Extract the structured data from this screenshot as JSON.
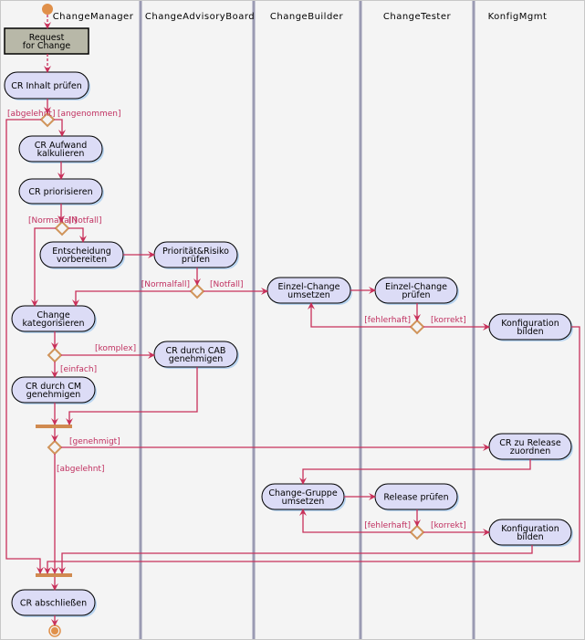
{
  "lanes": [
    "ChangeManager",
    "ChangeAdvisoryBoard",
    "ChangeBuilder",
    "ChangeTester",
    "KonfigMgmt"
  ],
  "object_node": [
    "Request",
    "for Change"
  ],
  "actions": {
    "n1": [
      "CR Inhalt prüfen"
    ],
    "n2": [
      "CR Aufwand",
      "kalkulieren"
    ],
    "n3": [
      "CR priorisieren"
    ],
    "n4": [
      "Entscheidung",
      "vorbereiten"
    ],
    "n5": [
      "Priorität&Risiko",
      "prüfen"
    ],
    "n6": [
      "Change",
      "kategorisieren"
    ],
    "n7": [
      "CR durch CAB",
      "genehmigen"
    ],
    "n8": [
      "CR durch CM",
      "genehmigen"
    ],
    "n9": [
      "Einzel-Change",
      "umsetzen"
    ],
    "n10": [
      "Einzel-Change",
      "prüfen"
    ],
    "n11": [
      "Konfiguration",
      "bilden"
    ],
    "n12": [
      "CR zu Release",
      "zuordnen"
    ],
    "n13": [
      "Change-Gruppe",
      "umsetzen"
    ],
    "n14": [
      "Release prüfen"
    ],
    "n15": [
      "Konfiguration",
      "bilden"
    ],
    "n16": [
      "CR abschließen"
    ]
  },
  "guards": {
    "g1": "[abgelehnt]",
    "g2": "[angenommen]",
    "g3": "[Normalfall]",
    "g4": "[Notfall]",
    "g5": "[Normalfall]",
    "g6": "[Notfall]",
    "g7": "[komplex]",
    "g8": "[einfach]",
    "g9": "[genehmigt]",
    "g10": "[abgelehnt]",
    "g11": "[fehlerhaft]",
    "g12": "[korrekt]",
    "g13": "[fehlerhaft]",
    "g14": "[korrekt]"
  },
  "colors": {
    "flow": "#c8305a",
    "decision": "#d0945a",
    "action_fill": "#dcdcf6",
    "lane_line": "#9a9ab2",
    "object_fill": "#b8b8a8"
  }
}
